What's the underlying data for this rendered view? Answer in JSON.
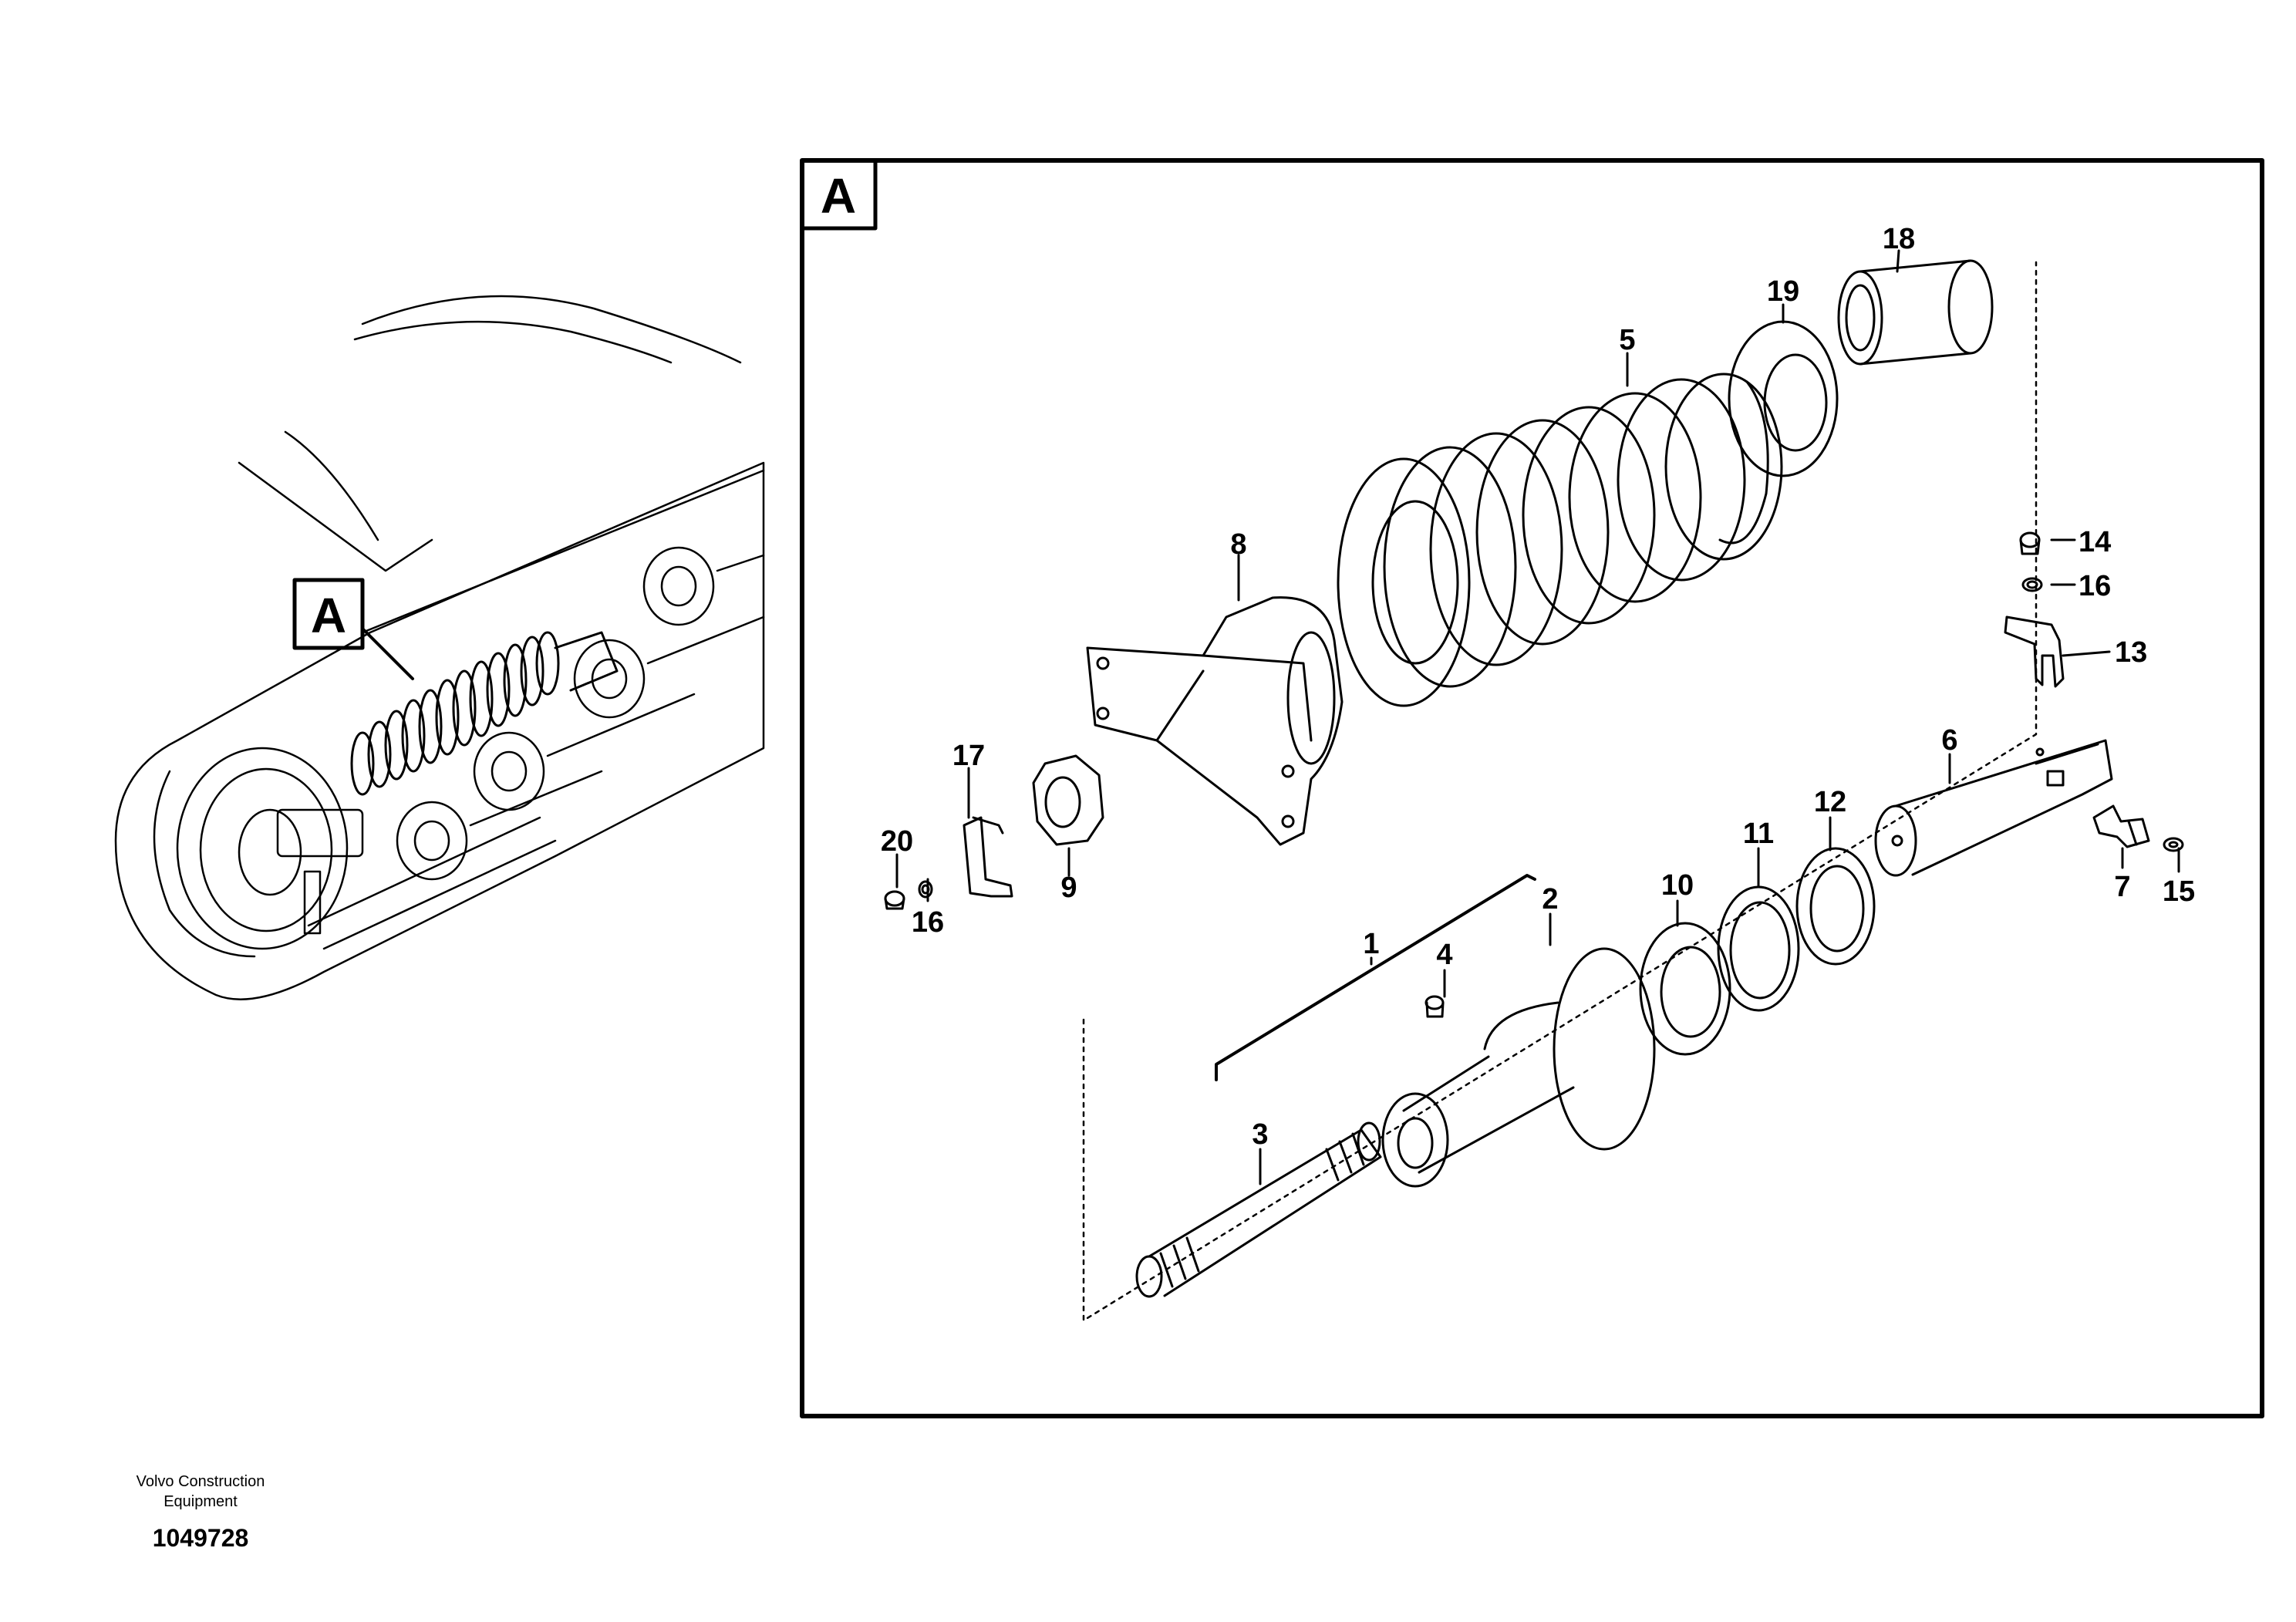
{
  "detail": {
    "ref_letter": "A"
  },
  "callouts": [
    {
      "id": "1",
      "label": "1"
    },
    {
      "id": "2",
      "label": "2"
    },
    {
      "id": "3",
      "label": "3"
    },
    {
      "id": "4",
      "label": "4"
    },
    {
      "id": "5",
      "label": "5"
    },
    {
      "id": "6",
      "label": "6"
    },
    {
      "id": "7",
      "label": "7"
    },
    {
      "id": "8",
      "label": "8"
    },
    {
      "id": "9",
      "label": "9"
    },
    {
      "id": "10",
      "label": "10"
    },
    {
      "id": "11",
      "label": "11"
    },
    {
      "id": "12",
      "label": "12"
    },
    {
      "id": "13",
      "label": "13"
    },
    {
      "id": "14",
      "label": "14"
    },
    {
      "id": "15",
      "label": "15"
    },
    {
      "id": "16a",
      "label": "16"
    },
    {
      "id": "16b",
      "label": "16"
    },
    {
      "id": "17",
      "label": "17"
    },
    {
      "id": "18",
      "label": "18"
    },
    {
      "id": "19",
      "label": "19"
    },
    {
      "id": "20",
      "label": "20"
    }
  ],
  "footer": {
    "brand_line1": "Volvo Construction",
    "brand_line2": "Equipment",
    "drawing_number": "1049728"
  }
}
